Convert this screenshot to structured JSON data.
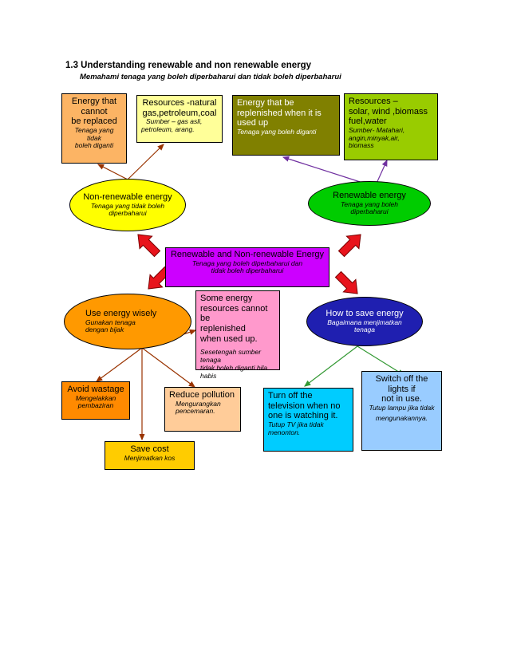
{
  "header": {
    "title": "1.3  Understanding renewable and non renewable energy",
    "subtitle": "Memahami tenaga yang boleh diperbaharui dan tidak boleh diperbaharui"
  },
  "nodes": {
    "energy_cannot_replace": {
      "en1": "Energy that",
      "en2": "cannot",
      "en3": "be replaced",
      "ms1": "Tenaga yang",
      "ms2": "tidak",
      "ms3": "boleh diganti"
    },
    "resources_natural": {
      "en1": "Resources -natural",
      "en2": "gas,petroleum,coal",
      "ms1": "Sumber – gas asli,",
      "ms2": "petroleum, arang."
    },
    "energy_replenished": {
      "en1": "Energy that be",
      "en2": "replenished when it is",
      "en3": "used up",
      "ms1": "Tenaga yang boleh diganti"
    },
    "resources_renew": {
      "en1": "Resources –",
      "en2": "solar, wind ,biomass",
      "en3": "fuel,water",
      "ms1": "Sumber-  Matahari,",
      "ms2": "angin,minyak,air,",
      "ms3": "biomass"
    },
    "non_renewable": {
      "en": "Non-renewable energy",
      "ms1": "Tenaga yang tidak boleh",
      "ms2": "diperbaharui"
    },
    "renewable": {
      "en": "Renewable  energy",
      "ms1": "Tenaga yang boleh",
      "ms2": "diperbaharui"
    },
    "center": {
      "en": "Renewable and Non-renewable Energy",
      "ms1": "Tenaga yang boleh diperbaharui dan",
      "ms2": "tidak boleh diperbaharui"
    },
    "use_wisely": {
      "en": "Use energy wisely",
      "ms1": "Gunakan tenaga",
      "ms2": "dengan bijak"
    },
    "some_energy": {
      "en1": "Some energy",
      "en2": "resources cannot be",
      "en3": "replenished",
      "en4": "when used up.",
      "ms1": "Sesetengah sumber tenaga",
      "ms2": "tidak boleh diganti bila habis"
    },
    "how_save": {
      "en": "How to  save energy",
      "ms1": "Bagaimana menjimatkan",
      "ms2": "tenaga"
    },
    "avoid_wastage": {
      "en": "Avoid  wastage",
      "ms1": "Mengelakkan",
      "ms2": "pembaziran"
    },
    "reduce_pollution": {
      "en": "Reduce pollution",
      "ms1": "Mengurangkan",
      "ms2": "pencemaran."
    },
    "turn_off_tv": {
      "en1": "Turn off the",
      "en2": "television when no",
      "en3": "one is watching it.",
      "ms1": "Tutup TV jika tidak",
      "ms2": "menonton."
    },
    "switch_off": {
      "en1": "Switch off the",
      "en2": "lights if",
      "en3": "not in use.",
      "ms1": "Tutup lampu jika tidak",
      "ms2": "mengunakannya."
    },
    "save_cost": {
      "en": "Save cost",
      "ms": "Menjimatkan kos"
    }
  },
  "colors": {
    "orange_box": "#fcb464",
    "yellow_box": "#ffff99",
    "olive_box": "#808000",
    "green_box": "#99cc00",
    "yellow_ellipse": "#ffff00",
    "green_ellipse": "#00cc00",
    "purple_center": "#cc00ff",
    "orange_ellipse": "#ff9900",
    "pink_box": "#ff99cc",
    "blue_ellipse": "#1f1fb0",
    "dark_orange_box": "#ff8a00",
    "peach_box": "#ffcc99",
    "cyan_box": "#00ccff",
    "light_blue_box": "#99ccff",
    "yellow_orange_box": "#ffcc00",
    "red_arrow": "#e8141c"
  }
}
